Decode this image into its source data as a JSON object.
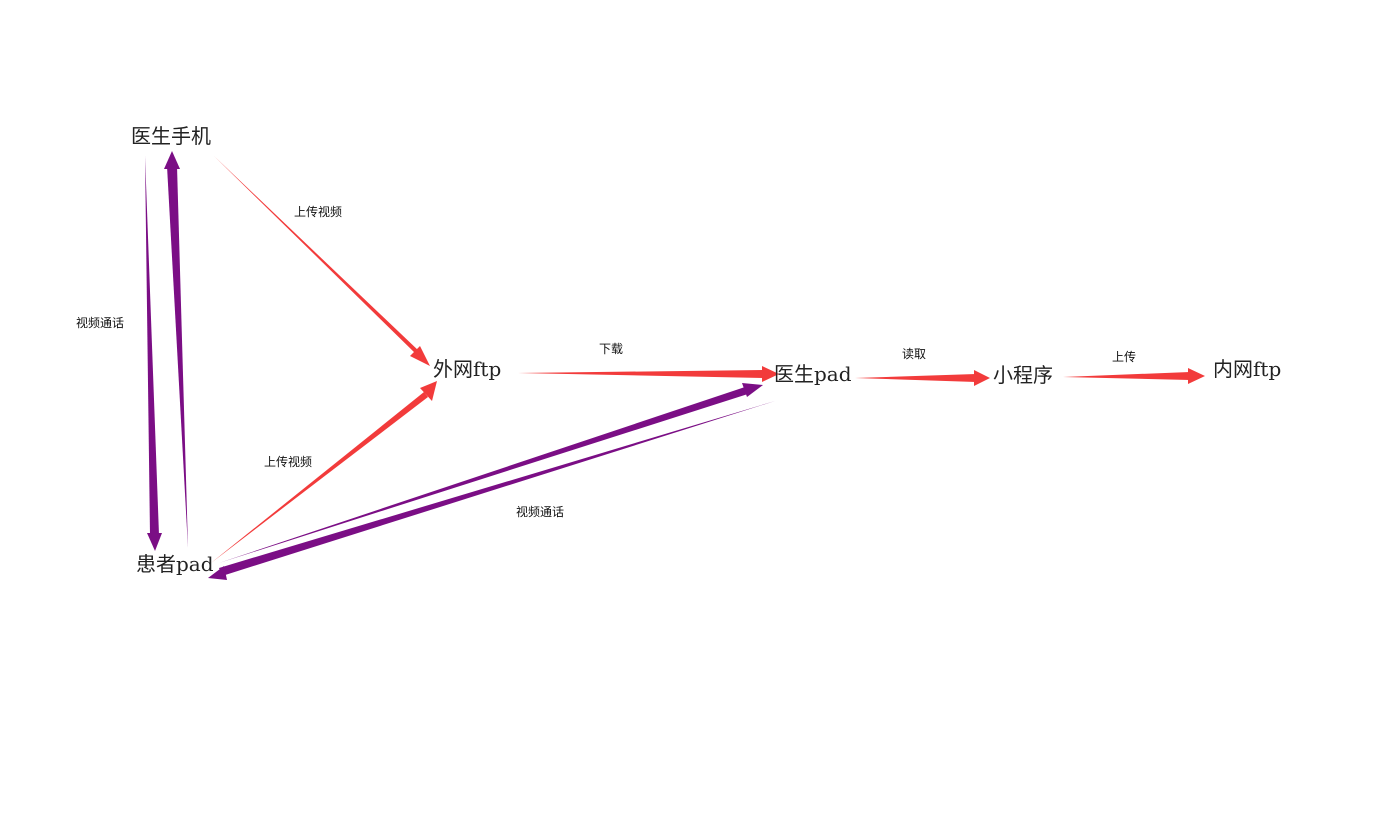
{
  "colors": {
    "data_flow": "#f23b3b",
    "video_call": "#7b0e85",
    "node_text": "#222222",
    "label_text": "#111111"
  },
  "nodes": {
    "doctor_phone": "医生手机",
    "external_ftp": "外网ftp",
    "doctor_pad": "医生pad",
    "mini_program": "小程序",
    "internal_ftp": "内网ftp",
    "patient_pad": "患者pad"
  },
  "edges": {
    "phone_to_ext_ftp": "上传视频",
    "patient_to_ext_ftp": "上传视频",
    "ext_ftp_to_doctor_pad": "下载",
    "doctor_pad_to_mini_program": "读取",
    "mini_program_to_int_ftp": "上传",
    "phone_patient_video": "视频通话",
    "patient_doctor_pad_video": "视频通话"
  }
}
